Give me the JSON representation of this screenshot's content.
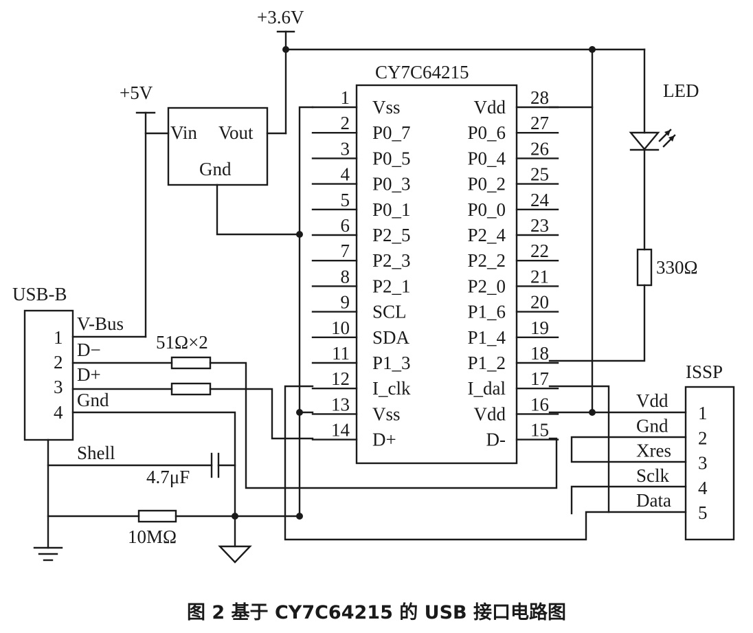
{
  "title": {
    "supply_3v6": "+3.6V",
    "supply_5v": "+5V",
    "chip": "CY7C64215"
  },
  "regulator": {
    "vin": "Vin",
    "vout": "Vout",
    "gnd": "Gnd"
  },
  "chip_left_pins": [
    {
      "num": "1",
      "label": "Vss"
    },
    {
      "num": "2",
      "label": "P0_7"
    },
    {
      "num": "3",
      "label": "P0_5"
    },
    {
      "num": "4",
      "label": "P0_3"
    },
    {
      "num": "5",
      "label": "P0_1"
    },
    {
      "num": "6",
      "label": "P2_5"
    },
    {
      "num": "7",
      "label": "P2_3"
    },
    {
      "num": "8",
      "label": "P2_1"
    },
    {
      "num": "9",
      "label": "SCL"
    },
    {
      "num": "10",
      "label": "SDA"
    },
    {
      "num": "11",
      "label": "P1_3"
    },
    {
      "num": "12",
      "label": "I_clk"
    },
    {
      "num": "13",
      "label": "Vss"
    },
    {
      "num": "14",
      "label": "D+"
    }
  ],
  "chip_right_pins": [
    {
      "num": "28",
      "label": "Vdd"
    },
    {
      "num": "27",
      "label": "P0_6"
    },
    {
      "num": "26",
      "label": "P0_4"
    },
    {
      "num": "25",
      "label": "P0_2"
    },
    {
      "num": "24",
      "label": "P0_0"
    },
    {
      "num": "23",
      "label": "P2_4"
    },
    {
      "num": "22",
      "label": "P2_2"
    },
    {
      "num": "21",
      "label": "P2_0"
    },
    {
      "num": "20",
      "label": "P1_6"
    },
    {
      "num": "19",
      "label": "P1_4"
    },
    {
      "num": "18",
      "label": "P1_2"
    },
    {
      "num": "17",
      "label": "I_dal"
    },
    {
      "num": "16",
      "label": "Vdd"
    },
    {
      "num": "15",
      "label": "D-"
    }
  ],
  "usb": {
    "name": "USB-B",
    "pins": [
      {
        "num": "1",
        "label": "V-Bus"
      },
      {
        "num": "2",
        "label": "D−"
      },
      {
        "num": "3",
        "label": "D+"
      },
      {
        "num": "4",
        "label": "Gnd"
      }
    ],
    "shell": "Shell"
  },
  "components": {
    "led": "LED",
    "resistor_led": "330Ω",
    "resistor_data": "51Ω×2",
    "capacitor": "4.7μF",
    "resistor_shell": "10MΩ"
  },
  "issp": {
    "name": "ISSP",
    "pins": [
      {
        "num": "1",
        "label": "Vdd"
      },
      {
        "num": "2",
        "label": "Gnd"
      },
      {
        "num": "3",
        "label": "Xres"
      },
      {
        "num": "4",
        "label": "Sclk"
      },
      {
        "num": "5",
        "label": "Data"
      }
    ]
  },
  "caption": "图 2   基于 CY7C64215 的 USB 接口电路图"
}
